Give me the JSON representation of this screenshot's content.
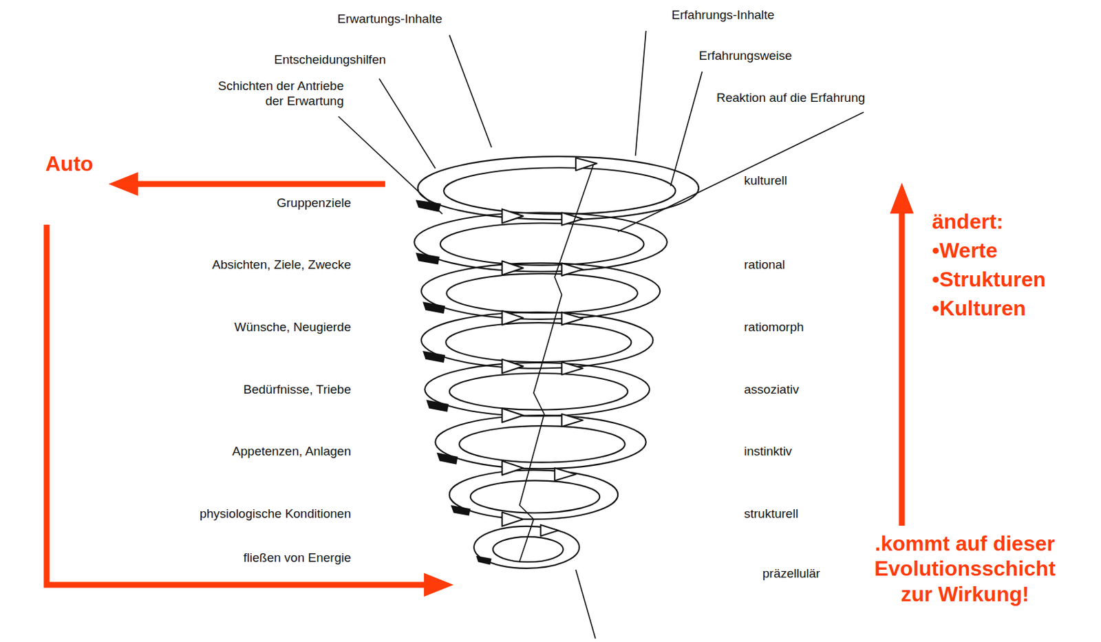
{
  "diagram": {
    "labels": [
      "Erwartungs-Inhalte",
      "Erfahrungs-Inhalte",
      "Entscheidungshilfen",
      "Erfahrungsweise",
      "Schichten der Antriebe der Erwartung",
      "Reaktion auf die Erfahrung",
      "Auto",
      "Gruppenziele",
      "kulturell",
      "Absichten, Ziele, Zwecke",
      "rational",
      "Wünsche, Neugierde",
      "ratiomorph",
      "Bedürfnisse, Triebe",
      "assoziativ",
      "Appetenzen, Anlagen",
      "instinktiv",
      "physiologische Konditionen",
      "strukturell",
      "ändert:",
      "•Werte",
      "•Strukturen",
      "•Kulturen",
      "fließen von Energie",
      "präzellulär",
      ".kommt auf dieser Evolutionsschicht zur Wirkung!"
    ]
  }
}
